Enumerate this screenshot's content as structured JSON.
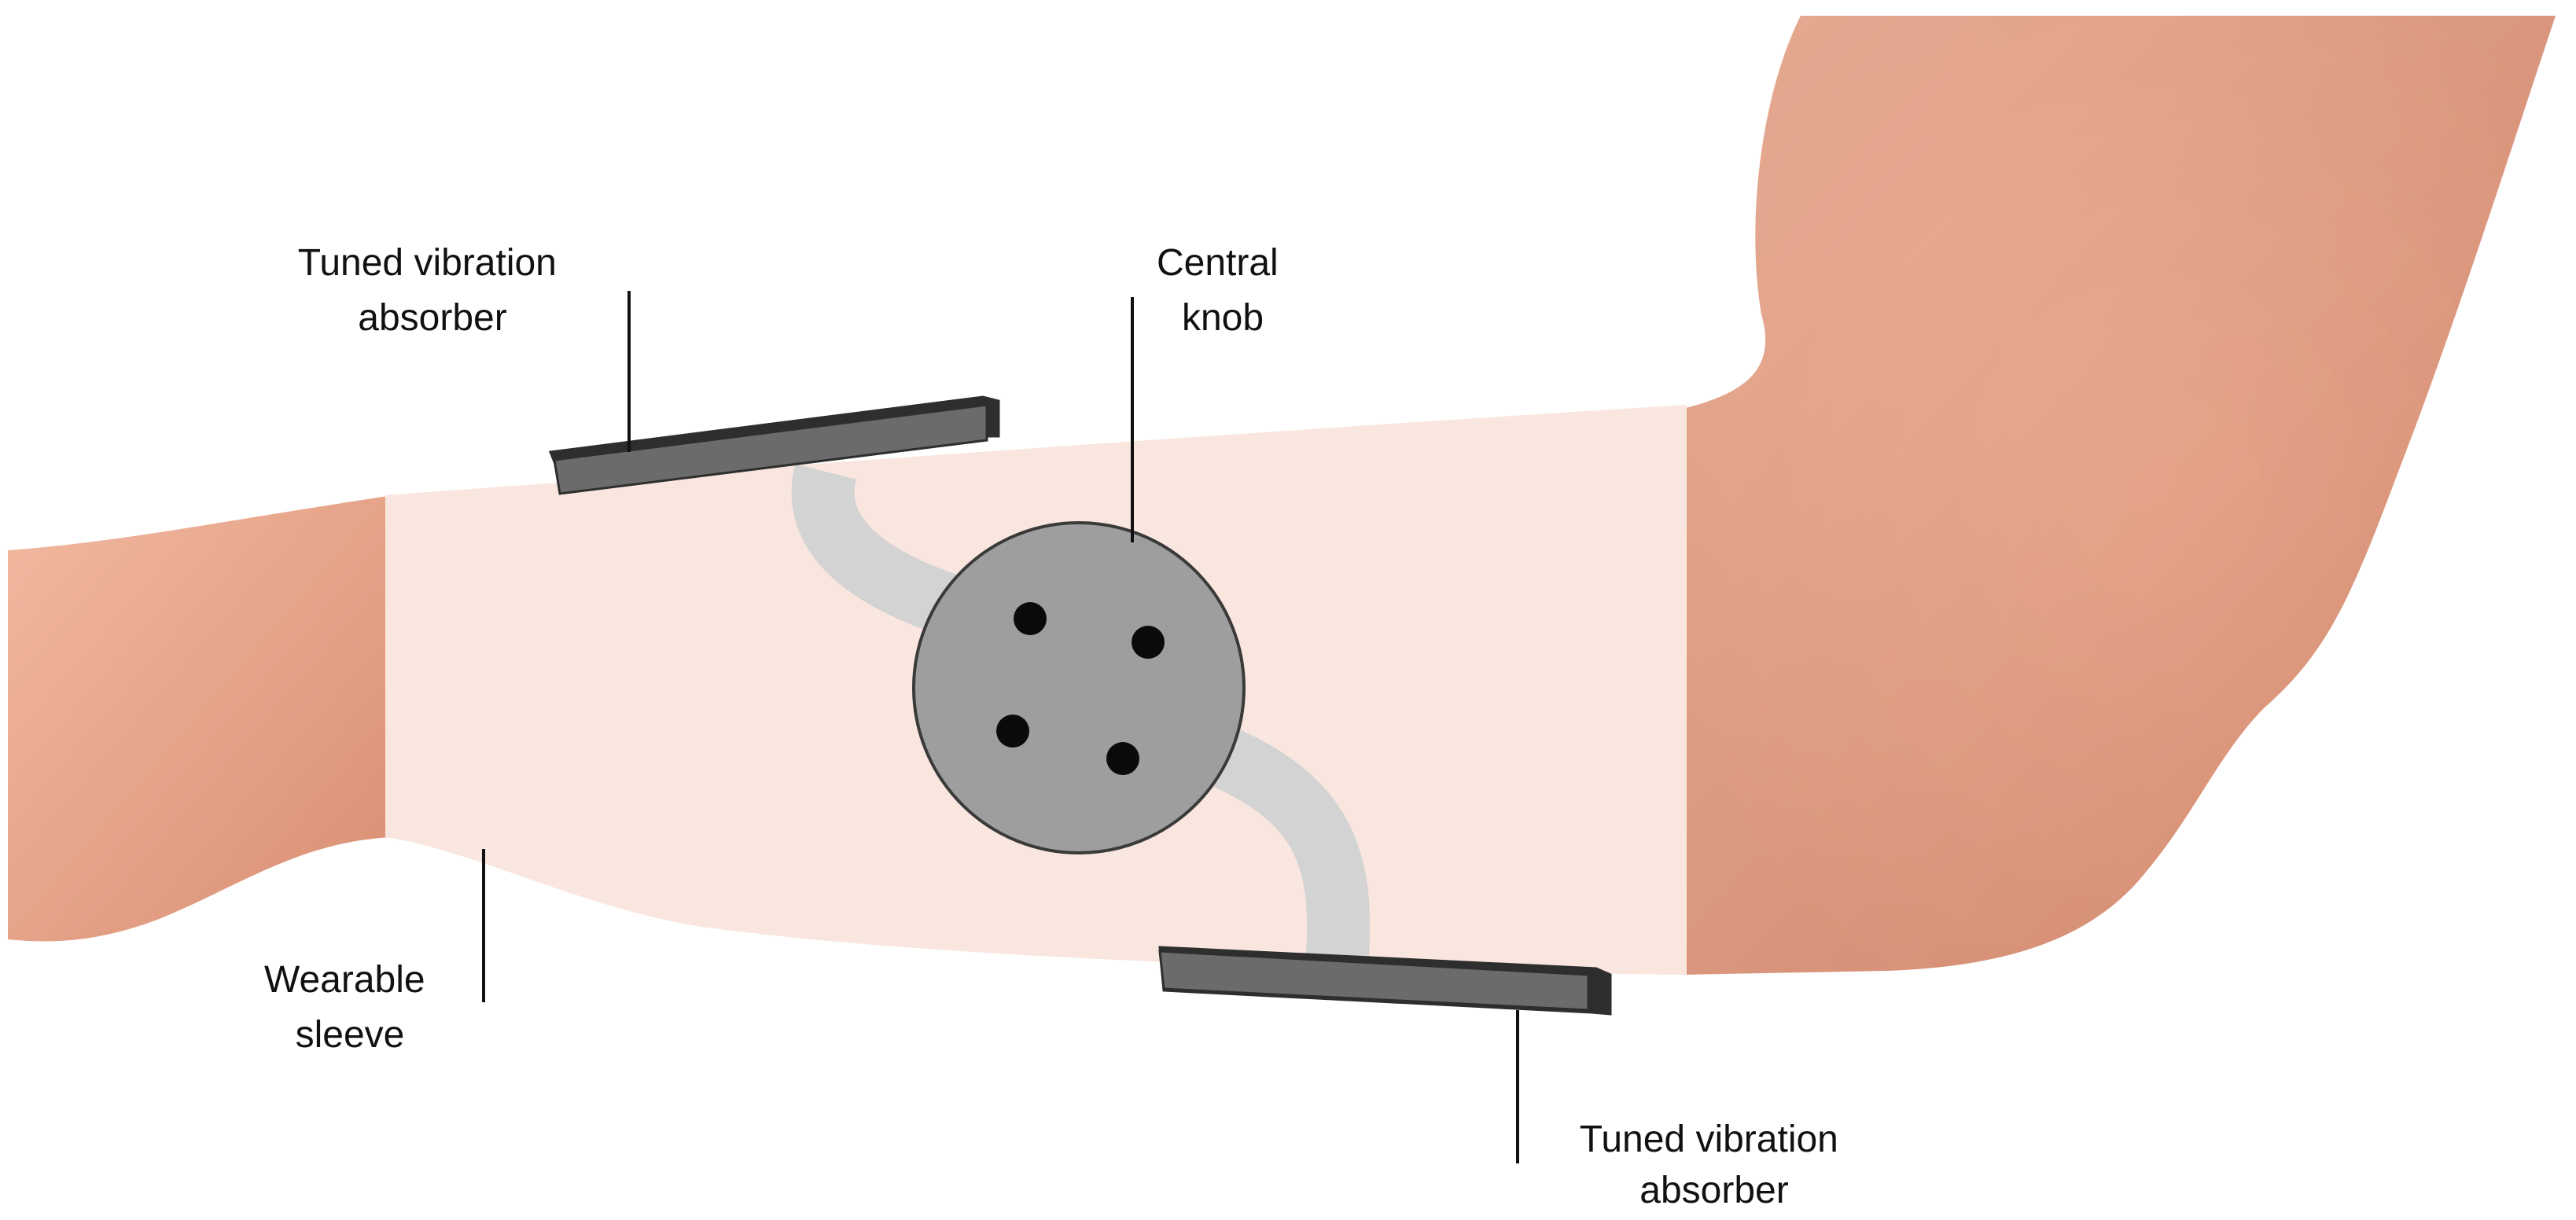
{
  "labels": {
    "absorber_top": [
      "Tuned vibration",
      "absorber"
    ],
    "central_knob": [
      "Central",
      "knob"
    ],
    "sleeve": [
      "Wearable",
      "sleeve"
    ],
    "absorber_bottom": [
      "Tuned vibration",
      "absorber"
    ]
  },
  "colors": {
    "skin_light": "#F2B9A0",
    "skin_dark": "#D98E72",
    "sleeve": "#F9E6DE",
    "absorber_plate": "#6B6B6B",
    "absorber_plate_edge": "#2E2E2E",
    "knob": "#9E9E9E",
    "knob_edge": "#3A3A3A",
    "knob_dot": "#0A0A0A",
    "connector": "#D3D3D3"
  }
}
